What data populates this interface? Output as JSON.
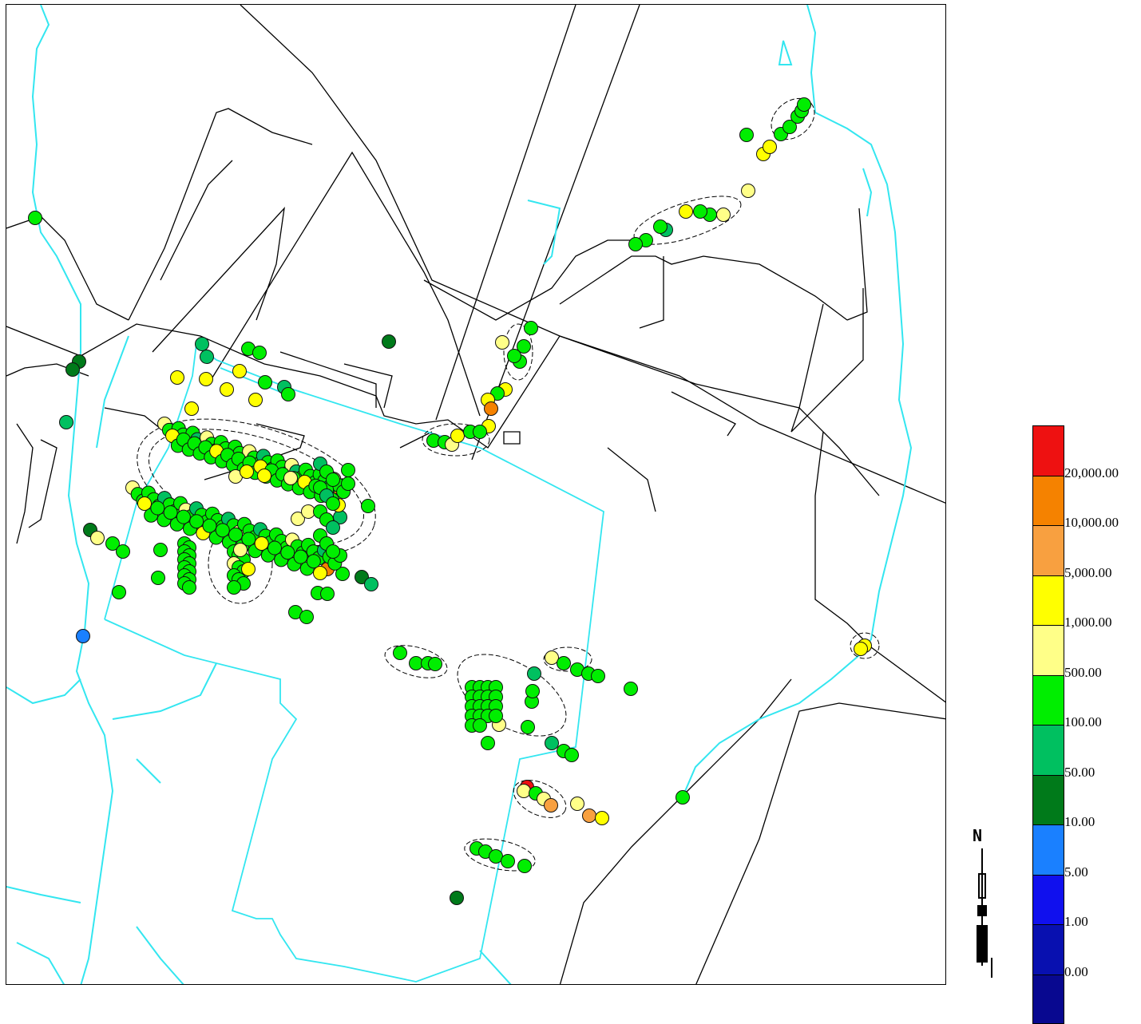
{
  "legend": {
    "swatch_colors": [
      "#ee1111",
      "#f58200",
      "#f8a040",
      "#ffff00",
      "#ffff88",
      "#00ee00",
      "#00c060",
      "#007a1a",
      "#1a80ff",
      "#1010ee",
      "#0810b0",
      "#080890"
    ],
    "labels": [
      "20,000.00",
      "10,000.00",
      "5,000.00",
      "1,000.00",
      "500.00",
      "100.00",
      "50.00",
      "10.00",
      "5.00",
      "1.00",
      "0.00"
    ]
  },
  "north_arrow": {
    "label": "N"
  },
  "colors": {
    "stream": "#33e6f0",
    "boundary": "#33e6f0",
    "road": "#000000",
    "point_outline": "#111111",
    "contour": "#000000"
  }
}
